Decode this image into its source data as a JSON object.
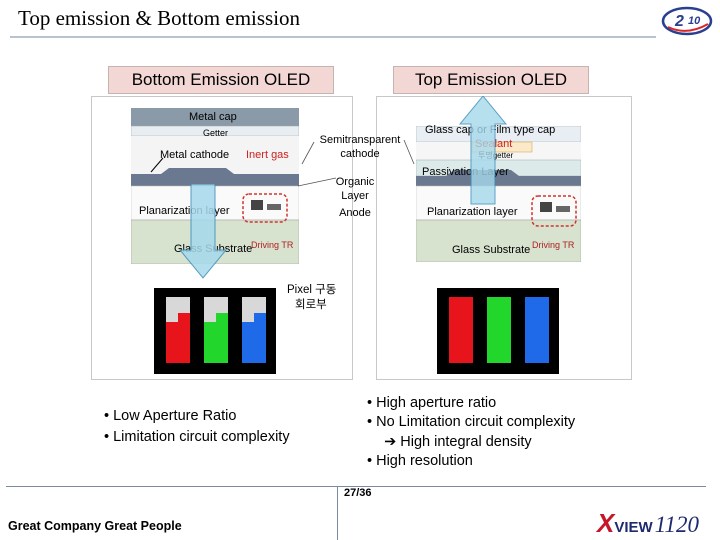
{
  "slide": {
    "title": "Top emission & Bottom emission",
    "page": "27/36",
    "footer_left": "Great Company Great People",
    "footer_brand_x": "X",
    "footer_brand_view": "VIEW",
    "footer_brand_num": "1120"
  },
  "bottom": {
    "heading": "Bottom Emission OLED",
    "metal_cap": "Metal cap",
    "getter": "Getter",
    "metal_cathode": "Metal cathode",
    "inert_gas": "Inert gas",
    "planarization": "Planarization layer",
    "glass": "Glass Substrate",
    "driving": "Driving TR",
    "bullets": [
      "• Low Aperture Ratio",
      "• Limitation circuit complexity"
    ]
  },
  "top": {
    "heading": "Top Emission OLED",
    "glass_cap": "Glass cap or Film type cap",
    "sealant": "Sealant",
    "getter": "투명getter",
    "passivation": "Passivation Layer",
    "planarization": "Planarization layer",
    "glass": "Glass Substrate",
    "driving": "Driving TR",
    "bullets": [
      "• High aperture ratio",
      "• No Limitation circuit complexity",
      "   ➔ High integral density",
      "• High resolution"
    ]
  },
  "center": {
    "semitransparent": "Semitransparent",
    "cathode": "cathode",
    "organic": "Organic",
    "layer": "Layer",
    "anode": "Anode",
    "pixel_1": "Pixel 구동",
    "pixel_2": "회로부"
  },
  "colors": {
    "red": "#e8141c",
    "green": "#22d62c",
    "blue": "#1e6ae8",
    "header_bg": "#f3d7d5",
    "glass_bg": "#cfdcc8",
    "arrow": "#a6d9ec"
  }
}
